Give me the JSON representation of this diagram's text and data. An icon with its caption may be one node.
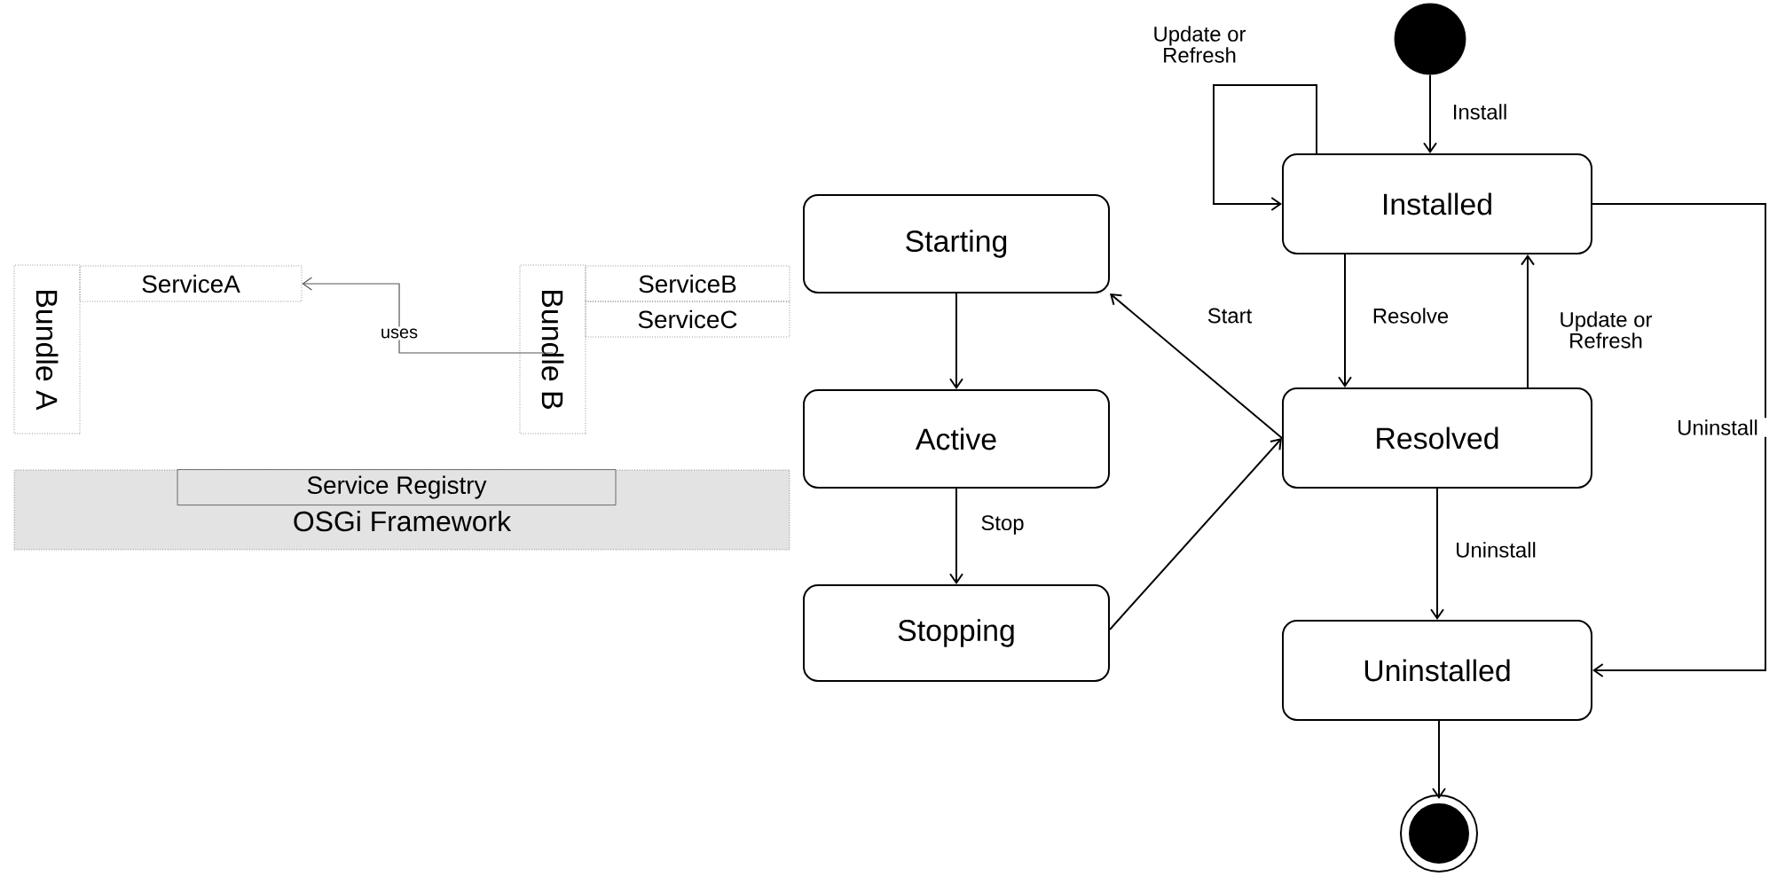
{
  "diagram": {
    "nodes": [
      {
        "text": [
          "Bundle A"
        ]
      },
      {
        "text": [
          "ServiceA"
        ]
      },
      {
        "text": [
          "Bundle B"
        ]
      },
      {
        "text": [
          "ServiceB"
        ]
      },
      {
        "text": [
          "ServiceC"
        ]
      },
      {
        "text": [
          "OSGi Framework"
        ]
      },
      {
        "text": [
          "Service Registry"
        ],
        "in": 5
      },
      {
        "text": [],
        "shape": "dot"
      },
      {
        "text": [
          "Installed"
        ]
      },
      {
        "text": [
          "Starting"
        ]
      },
      {
        "text": [
          "Resolved"
        ]
      },
      {
        "text": [
          "Active"
        ]
      },
      {
        "text": [
          "Stopping"
        ]
      },
      {
        "text": [
          "Uninstalled"
        ]
      },
      {
        "text": [],
        "shape": "bullseye"
      }
    ],
    "edges": [
      {
        "from": 2,
        "to": 1,
        "arrow": "to",
        "label": "uses",
        "color": "#555555"
      },
      {
        "from": 7,
        "to": 8,
        "arrow": "to",
        "label": "Install"
      },
      {
        "from": 8,
        "to": 8,
        "arrow": "to",
        "label": "Update or Refresh"
      },
      {
        "from": 8,
        "to": 10,
        "arrow": "to",
        "label": "Resolve"
      },
      {
        "from": 10,
        "to": 8,
        "arrow": "to",
        "label": "Update or Refresh"
      },
      {
        "from": 10,
        "to": 9,
        "arrow": "to",
        "label": "Start"
      },
      {
        "from": 9,
        "to": 11,
        "arrow": "to"
      },
      {
        "from": 11,
        "to": 12,
        "arrow": "to",
        "label": "Stop"
      },
      {
        "from": 12,
        "to": 10,
        "arrow": "to"
      },
      {
        "from": 10,
        "to": 13,
        "arrow": "to",
        "label": "Uninstall"
      },
      {
        "from": 8,
        "to": 13,
        "arrow": "to",
        "label": "Uninstall"
      },
      {
        "from": 13,
        "to": 14,
        "arrow": "to"
      }
    ]
  }
}
